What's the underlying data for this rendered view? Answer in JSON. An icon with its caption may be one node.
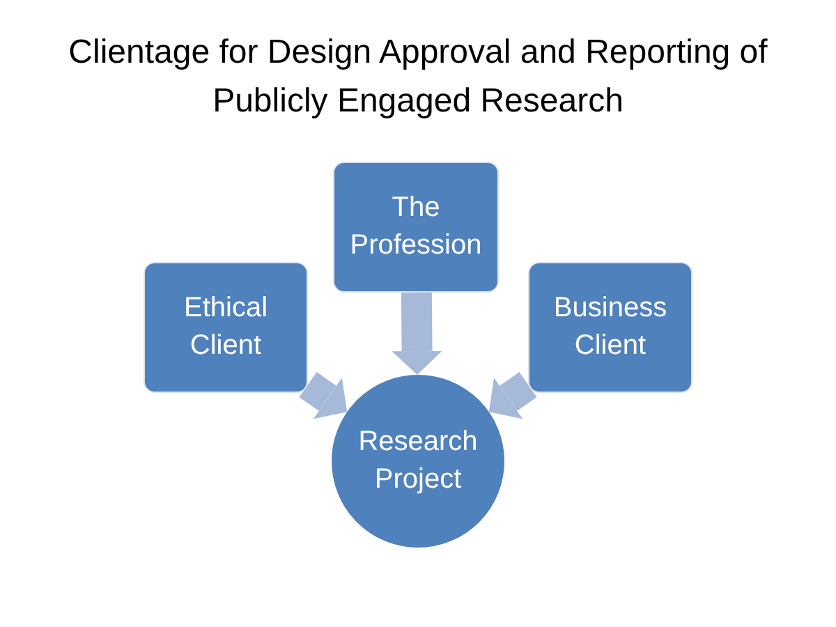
{
  "diagram": {
    "title": "Clientage for Design Approval and Reporting of Publicly Engaged Research",
    "nodes": [
      {
        "text": [
          "The Profession"
        ]
      },
      {
        "text": [
          "Ethical Client"
        ]
      },
      {
        "text": [
          "Business Client"
        ]
      },
      {
        "text": [
          "Research Project"
        ]
      }
    ],
    "edges": [
      {
        "from": 0,
        "to": 3,
        "arrow": "to"
      },
      {
        "from": 1,
        "to": 3,
        "arrow": "to"
      },
      {
        "from": 2,
        "to": 3,
        "arrow": "to"
      }
    ]
  }
}
